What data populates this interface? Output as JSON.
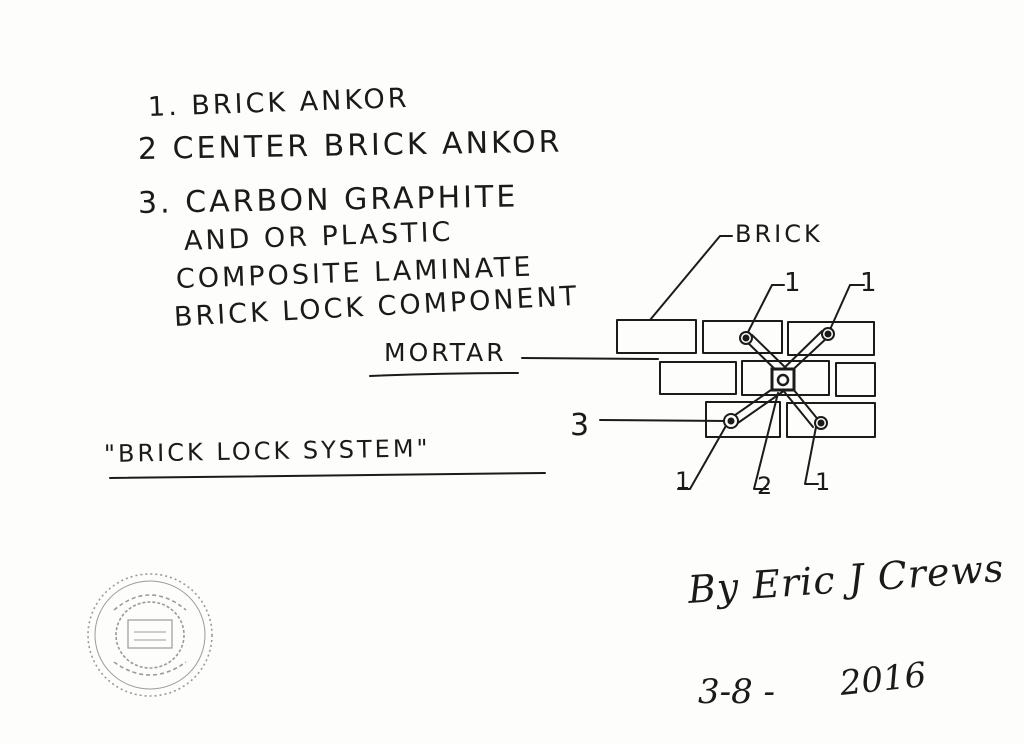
{
  "legend": {
    "item1": "1. BRICK ANKOR",
    "item2": "2 CENTER BRICK ANKOR",
    "item3_line1": "3. CARBON GRAPHITE",
    "item3_line2": "AND OR PLASTIC",
    "item3_line3": "COMPOSITE LAMINATE",
    "item3_line4": "BRICK LOCK COMPONENT"
  },
  "diagram": {
    "brick_label": "BRICK",
    "mortar_label": "MORTAR",
    "callout_3": "3",
    "callout_1_top_left": "1",
    "callout_1_top_right": "1",
    "callout_1_bottom_left": "1",
    "callout_2_bottom": "2",
    "callout_1_bottom_right": "1"
  },
  "system_name": "\"BRICK LOCK SYSTEM\"",
  "signature": {
    "author": "By Eric J Crews",
    "date_day": "3-8 -",
    "date_year": "2016"
  },
  "colors": {
    "ink": "#1b1b1b",
    "paper": "#fdfdfb",
    "seal": "#9a9a9a"
  }
}
